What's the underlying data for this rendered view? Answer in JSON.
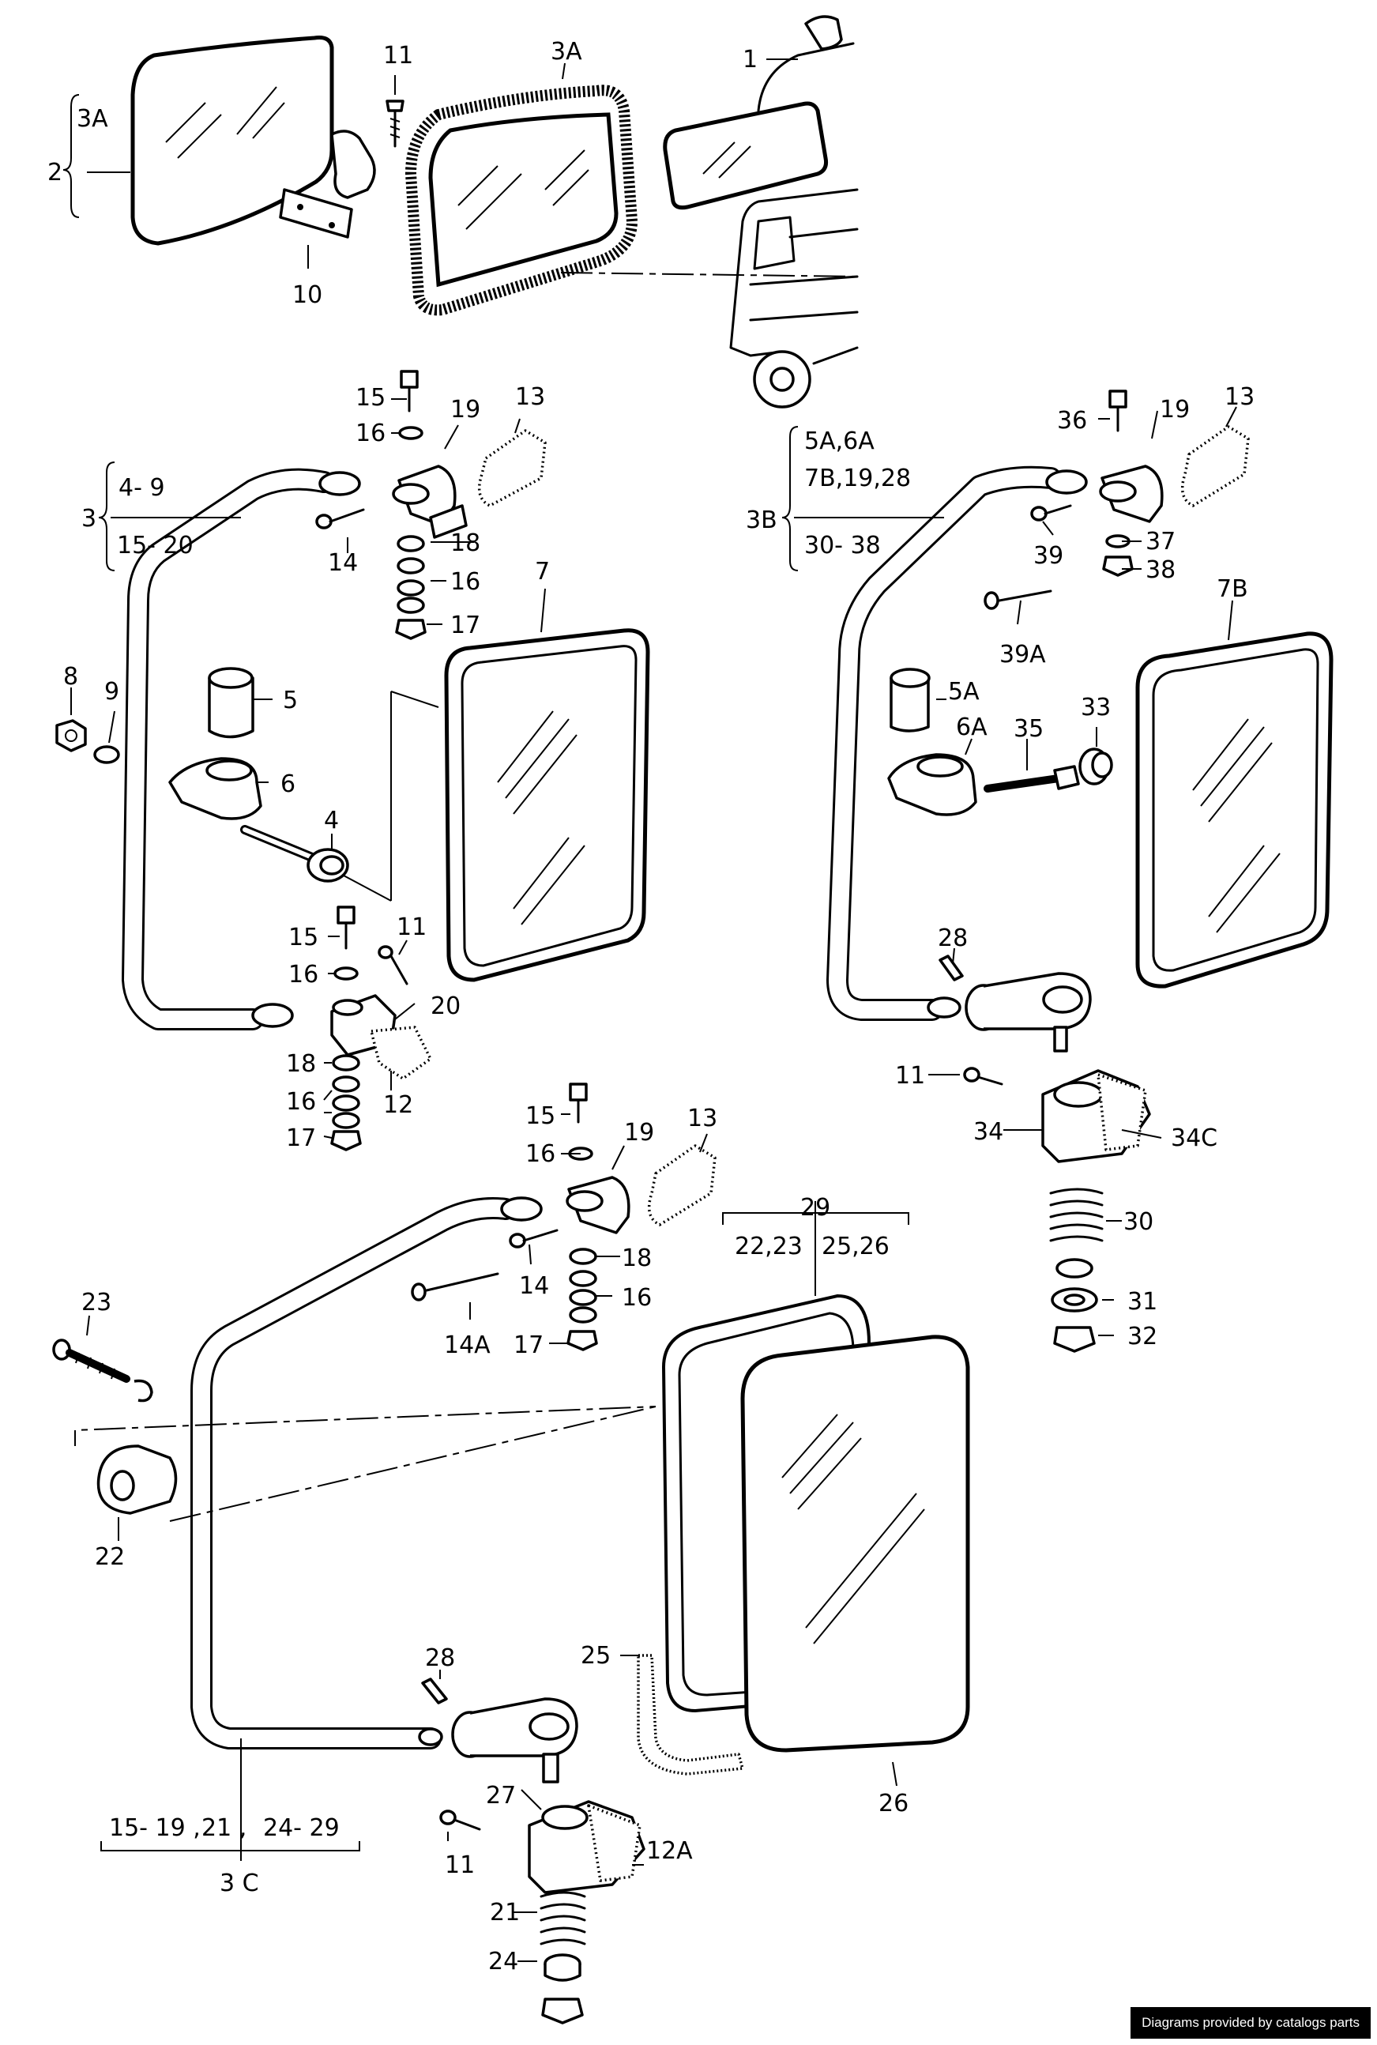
{
  "labels": {
    "l_11a": "11",
    "l_3a_top": "3A",
    "l_1": "1",
    "l_3a_brace": "3A",
    "l_2": "2",
    "l_10": "10",
    "l_15a": "15",
    "l_16a": "16",
    "l_19a": "19",
    "l_13a": "13",
    "l_3": "3",
    "l_4_9": "4- 9",
    "l_15_20": "15- 20",
    "l_14a": "14",
    "l_18a": "18",
    "l_16b": "16",
    "l_17a": "17",
    "l_7": "7",
    "l_8": "8",
    "l_9": "9",
    "l_5": "5",
    "l_6": "6",
    "l_4": "4",
    "l_15b": "15",
    "l_11b": "11",
    "l_16c": "16",
    "l_20": "20",
    "l_18b": "18",
    "l_16d": "16",
    "l_12": "12",
    "l_17b": "17",
    "l_36": "36",
    "l_19b": "19",
    "l_13b": "13",
    "l_3b": "3B",
    "l_5a6a": "5A,6A",
    "l_7b19": "7B,19,28",
    "l_30_38": "30- 38",
    "l_39": "39",
    "l_37": "37",
    "l_38": "38",
    "l_7b": "7B",
    "l_39a": "39A",
    "l_5a": "5A",
    "l_6a": "6A",
    "l_35": "35",
    "l_33": "33",
    "l_28a": "28",
    "l_11c": "11",
    "l_34": "34",
    "l_34c": "34C",
    "l_30": "30",
    "l_31": "31",
    "l_32": "32",
    "l_15c": "15",
    "l_19c": "19",
    "l_13c": "13",
    "l_16e": "16",
    "l_29": "29",
    "l_22_23": "22,23",
    "l_25_26": "25,26",
    "l_18c": "18",
    "l_14b": "14",
    "l_16f": "16",
    "l_23": "23",
    "l_14a_b": "14A",
    "l_17c": "17",
    "l_22": "22",
    "l_25": "25",
    "l_28b": "28",
    "l_26": "26",
    "l_27": "27",
    "l_15_19": "15- 19 ,",
    "l_21a": "21 ,",
    "l_24_29": "24- 29",
    "l_12a": "12A",
    "l_11d": "11",
    "l_21b": "21",
    "l_24": "24",
    "l_3c": "3 C"
  },
  "credit": "Diagrams provided by catalogs parts"
}
